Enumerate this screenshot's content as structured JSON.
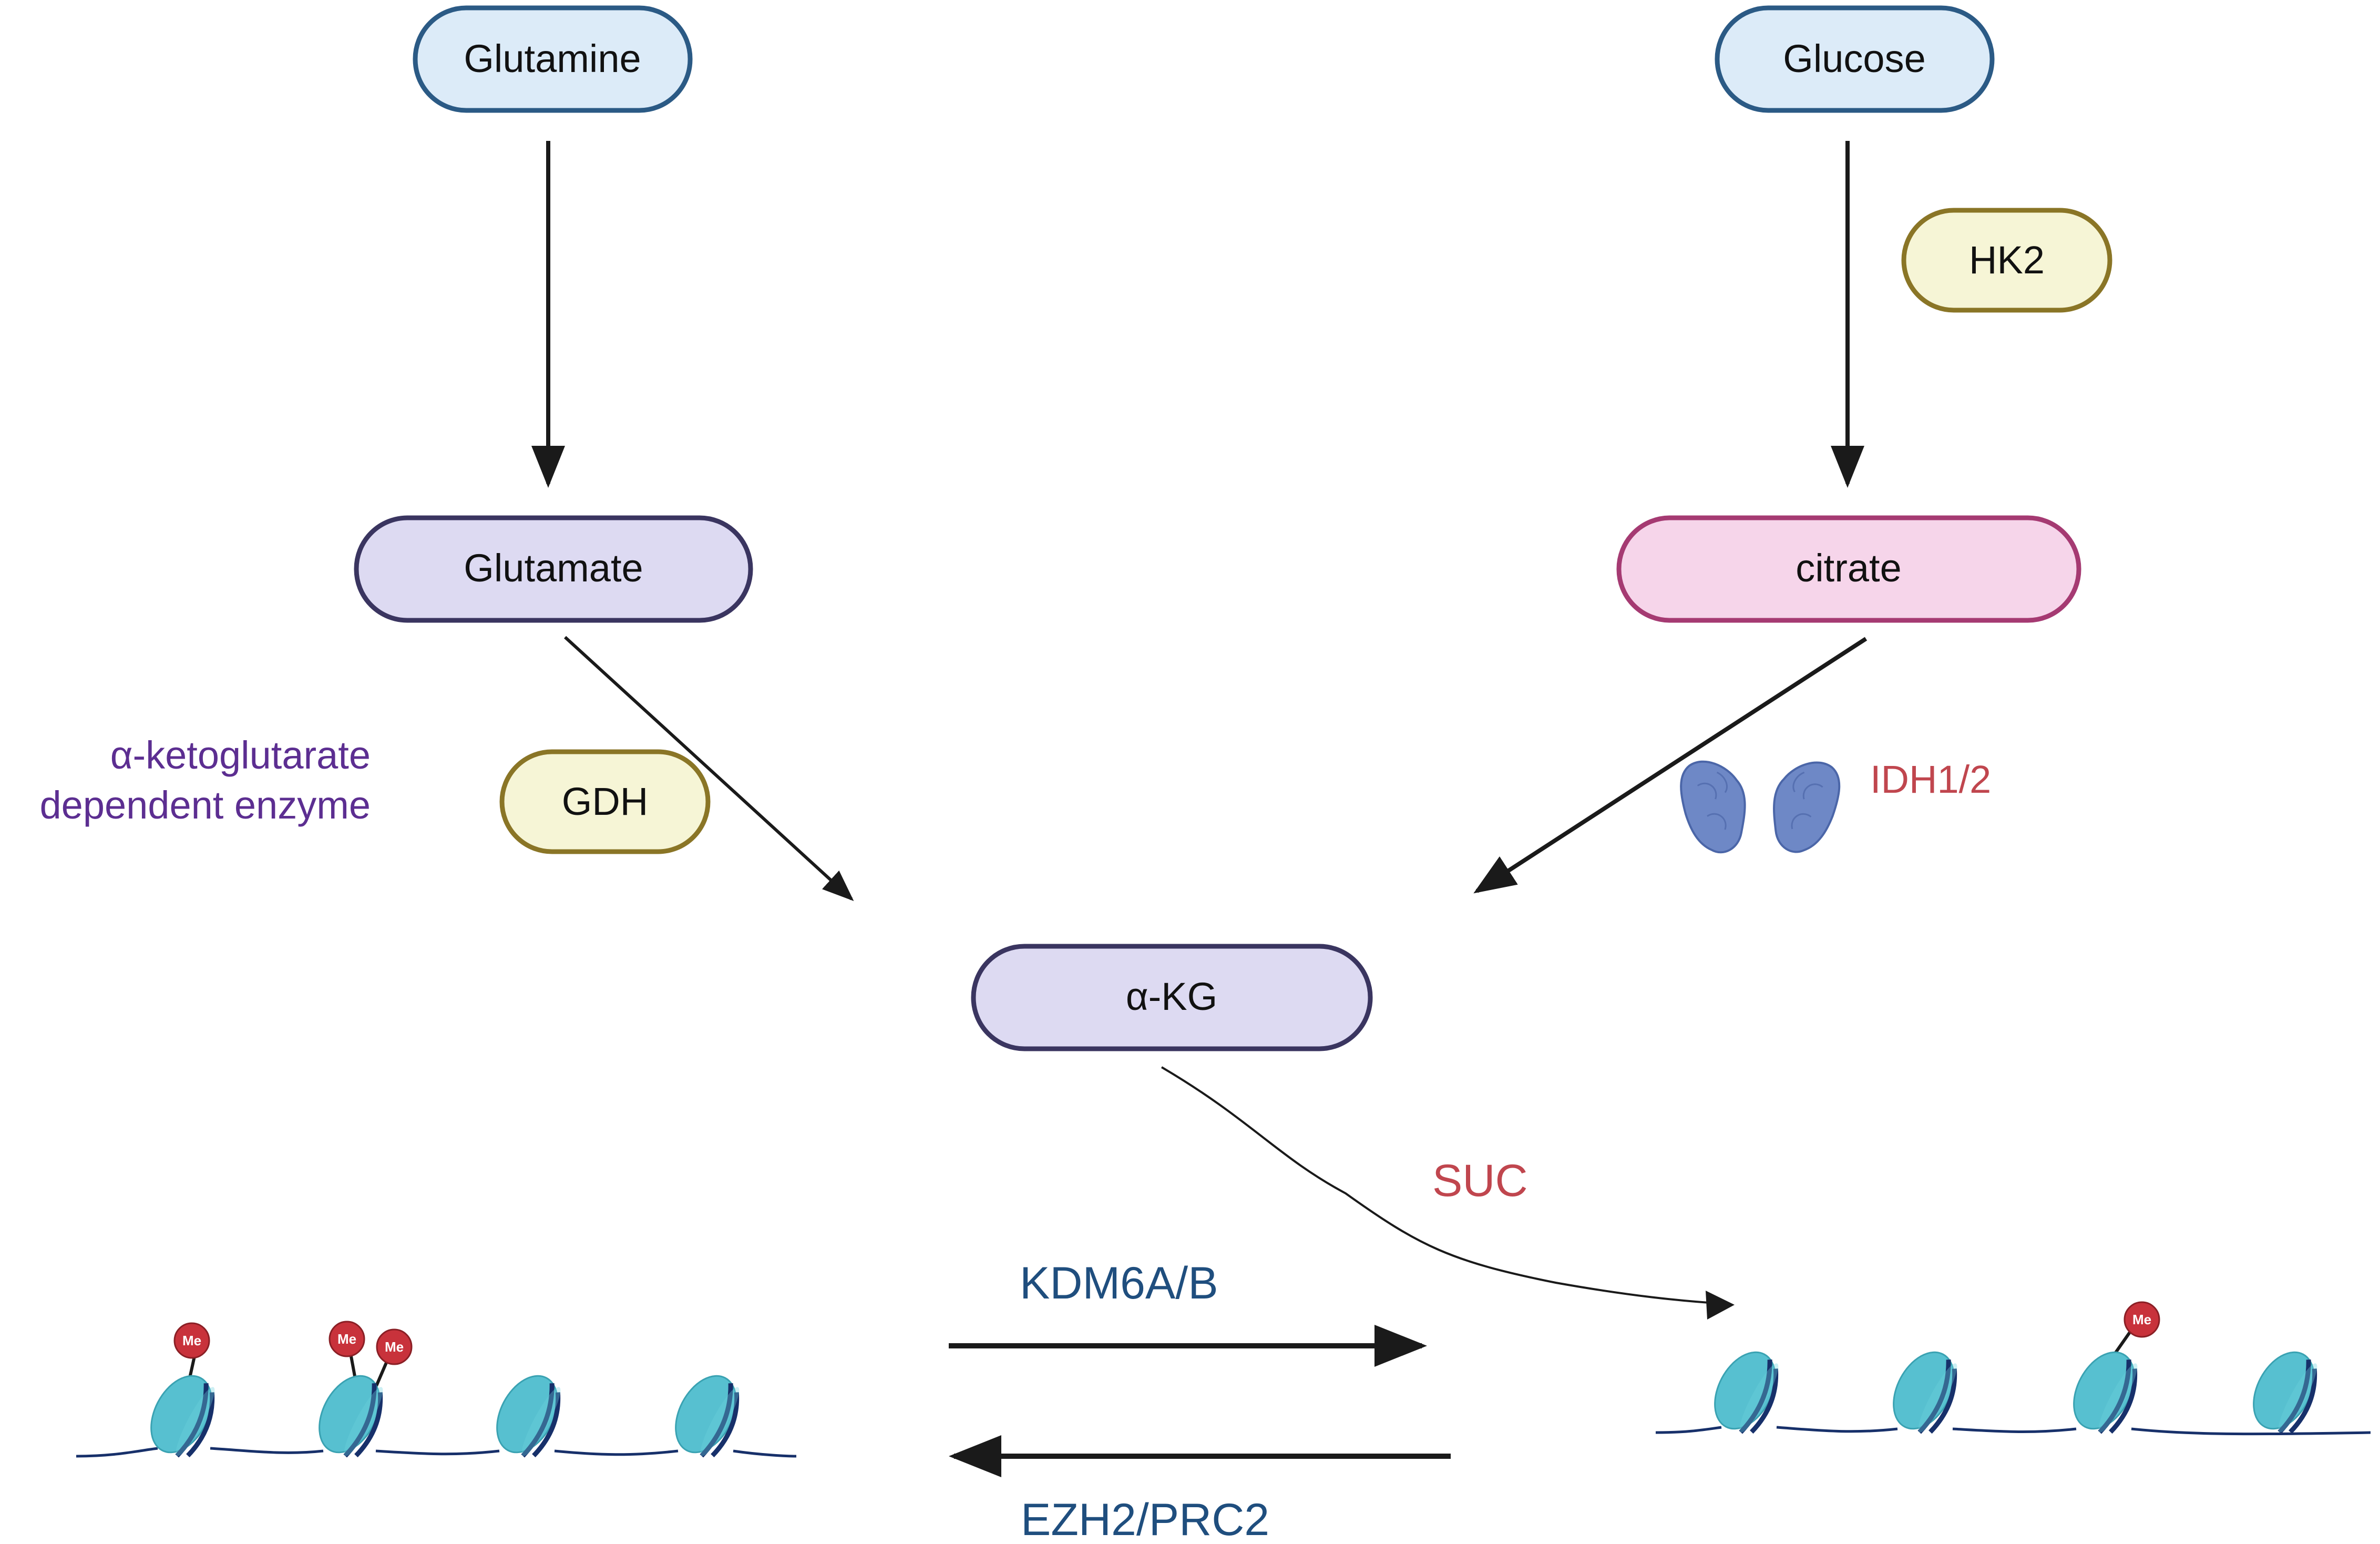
{
  "nodes": {
    "glutamine": "Glutamine",
    "glucose": "Glucose",
    "glutamate": "Glutamate",
    "citrate": "citrate",
    "akg": "α-KG"
  },
  "enzymes": {
    "hk2": "HK2",
    "gdh": "GDH",
    "idh": "IDH1/2"
  },
  "annotations": {
    "akg_dependent_line1": "α-ketoglutarate",
    "akg_dependent_line2": "dependent enzyme",
    "suc": "SUC",
    "kdm": "KDM6A/B",
    "ezh": "EZH2/PRC2",
    "me": "Me"
  },
  "colors": {
    "substrate_fill": "#dcebf8",
    "substrate_stroke": "#2b5a85",
    "metabolite_fill": "#dddaf2",
    "metabolite_stroke": "#3a3560",
    "citrate_fill": "#f6d5ea",
    "citrate_stroke": "#a53a72",
    "enzyme_fill": "#f6f5d6",
    "enzyme_stroke": "#8a7526",
    "purple_text": "#5c2e91",
    "red_text": "#c0464e",
    "blue_text": "#1f4e7e",
    "nucleosome": "#57c0d0",
    "nucleosome_band": "#17306a",
    "me_mark": "#c8323b",
    "protein": "#6e88c6"
  }
}
